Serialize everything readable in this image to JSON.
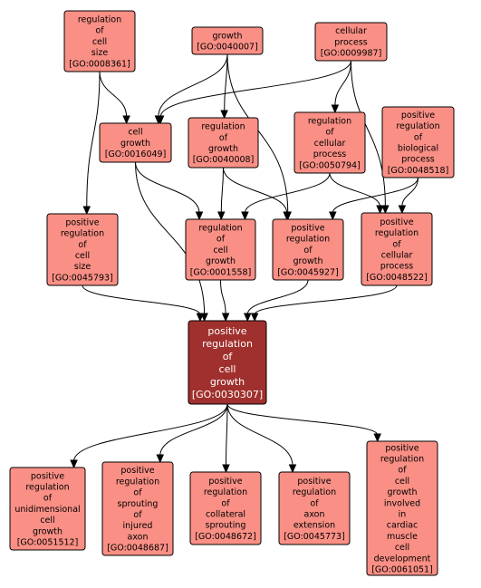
{
  "colors": {
    "node_fill": "#fa8f85",
    "focus_fill": "#a0302d",
    "node_text": "#000000",
    "focus_text": "#ffffff",
    "edge": "#000000"
  },
  "nodes": [
    {
      "id": "GO:0008361",
      "lines": [
        "regulation",
        "of",
        "cell",
        "size",
        "[GO:0008361]"
      ]
    },
    {
      "id": "GO:0040007",
      "lines": [
        "growth",
        "[GO:0040007]"
      ]
    },
    {
      "id": "GO:0009987",
      "lines": [
        "cellular",
        "process",
        "[GO:0009987]"
      ]
    },
    {
      "id": "GO:0016049",
      "lines": [
        "cell",
        "growth",
        "[GO:0016049]"
      ]
    },
    {
      "id": "GO:0040008",
      "lines": [
        "regulation",
        "of",
        "growth",
        "[GO:0040008]"
      ]
    },
    {
      "id": "GO:0050794",
      "lines": [
        "regulation",
        "of",
        "cellular",
        "process",
        "[GO:0050794]"
      ]
    },
    {
      "id": "GO:0048518",
      "lines": [
        "positive",
        "regulation",
        "of",
        "biological",
        "process",
        "[GO:0048518]"
      ]
    },
    {
      "id": "GO:0045793",
      "lines": [
        "positive",
        "regulation",
        "of",
        "cell",
        "size",
        "[GO:0045793]"
      ]
    },
    {
      "id": "GO:0001558",
      "lines": [
        "regulation",
        "of",
        "cell",
        "growth",
        "[GO:0001558]"
      ]
    },
    {
      "id": "GO:0045927",
      "lines": [
        "positive",
        "regulation",
        "of",
        "growth",
        "[GO:0045927]"
      ]
    },
    {
      "id": "GO:0048522",
      "lines": [
        "positive",
        "regulation",
        "of",
        "cellular",
        "process",
        "[GO:0048522]"
      ]
    },
    {
      "id": "GO:0030307",
      "focus": true,
      "lines": [
        "positive",
        "regulation",
        "of",
        "cell",
        "growth",
        "[GO:0030307]"
      ]
    },
    {
      "id": "GO:0051512",
      "lines": [
        "positive",
        "regulation",
        "of",
        "unidimensional",
        "cell",
        "growth",
        "[GO:0051512]"
      ]
    },
    {
      "id": "GO:0048687",
      "lines": [
        "positive",
        "regulation",
        "of",
        "sprouting",
        "of",
        "injured",
        "axon",
        "[GO:0048687]"
      ]
    },
    {
      "id": "GO:0048672",
      "lines": [
        "positive",
        "regulation",
        "of",
        "collateral",
        "sprouting",
        "[GO:0048672]"
      ]
    },
    {
      "id": "GO:0045773",
      "lines": [
        "positive",
        "regulation",
        "of",
        "axon",
        "extension",
        "[GO:0045773]"
      ]
    },
    {
      "id": "GO:0061051",
      "lines": [
        "positive",
        "regulation",
        "of",
        "cell",
        "growth",
        "involved",
        "in",
        "cardiac",
        "muscle",
        "cell",
        "development",
        "[GO:0061051]"
      ]
    }
  ],
  "edges": [
    {
      "from": "GO:0008361",
      "to": "GO:0016049"
    },
    {
      "from": "GO:0008361",
      "to": "GO:0045793"
    },
    {
      "from": "GO:0040007",
      "to": "GO:0016049"
    },
    {
      "from": "GO:0040007",
      "to": "GO:0040008"
    },
    {
      "from": "GO:0040007",
      "to": "GO:0045927"
    },
    {
      "from": "GO:0009987",
      "to": "GO:0016049"
    },
    {
      "from": "GO:0009987",
      "to": "GO:0050794"
    },
    {
      "from": "GO:0009987",
      "to": "GO:0048522"
    },
    {
      "from": "GO:0016049",
      "to": "GO:0001558"
    },
    {
      "from": "GO:0016049",
      "to": "GO:0030307"
    },
    {
      "from": "GO:0040008",
      "to": "GO:0001558"
    },
    {
      "from": "GO:0040008",
      "to": "GO:0045927"
    },
    {
      "from": "GO:0050794",
      "to": "GO:0001558"
    },
    {
      "from": "GO:0050794",
      "to": "GO:0048522"
    },
    {
      "from": "GO:0048518",
      "to": "GO:0045927"
    },
    {
      "from": "GO:0048518",
      "to": "GO:0048522"
    },
    {
      "from": "GO:0045793",
      "to": "GO:0030307"
    },
    {
      "from": "GO:0001558",
      "to": "GO:0030307"
    },
    {
      "from": "GO:0045927",
      "to": "GO:0030307"
    },
    {
      "from": "GO:0048522",
      "to": "GO:0030307"
    },
    {
      "from": "GO:0030307",
      "to": "GO:0051512"
    },
    {
      "from": "GO:0030307",
      "to": "GO:0048687"
    },
    {
      "from": "GO:0030307",
      "to": "GO:0048672"
    },
    {
      "from": "GO:0030307",
      "to": "GO:0045773"
    },
    {
      "from": "GO:0030307",
      "to": "GO:0061051"
    }
  ]
}
